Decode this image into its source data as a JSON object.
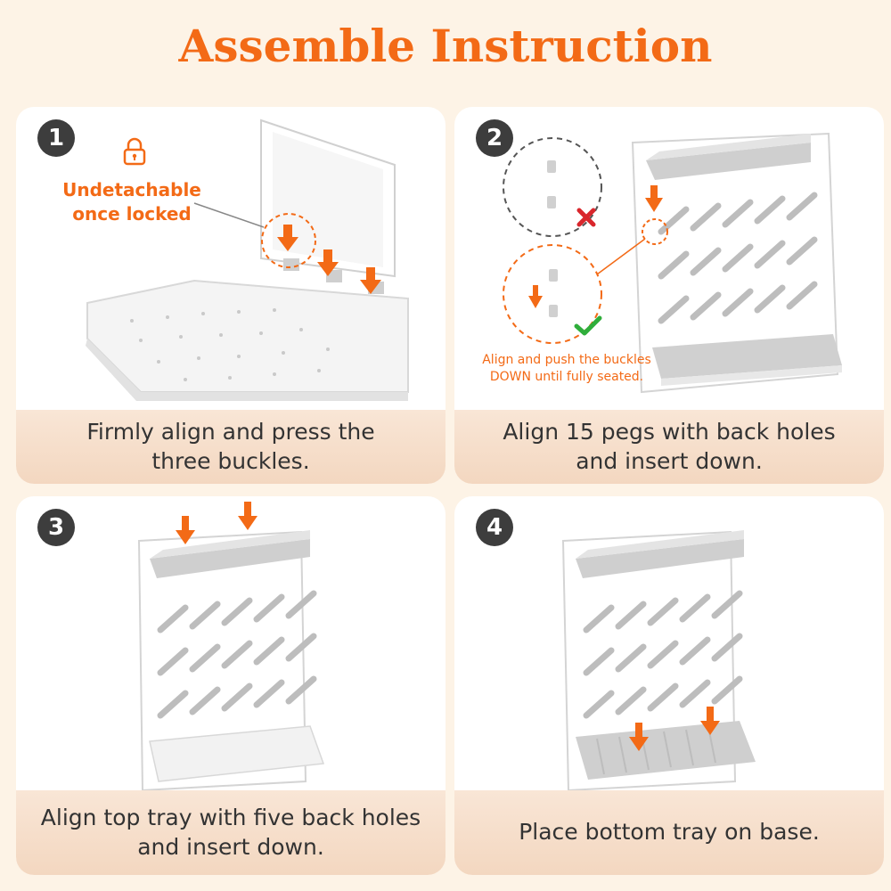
{
  "title": "Assemble Instruction",
  "colors": {
    "accent": "#f36a16",
    "badge": "#3d3d3d",
    "background": "#fdf3e6"
  },
  "steps": [
    {
      "number": "1",
      "caption_line1": "Firmly align and press the",
      "caption_line2": "three buckles.",
      "note_line1": "Undetachable",
      "note_line2": "once locked",
      "icon": "lock-icon"
    },
    {
      "number": "2",
      "caption_line1": "Align 15 pegs with back holes",
      "caption_line2": "and insert down.",
      "note_line1": "Align and push the buckles",
      "note_line2": "DOWN until fully seated.",
      "wrong_icon": "cross-icon",
      "right_icon": "check-icon"
    },
    {
      "number": "3",
      "caption_line1": "Align top tray with five back holes",
      "caption_line2": "and insert down."
    },
    {
      "number": "4",
      "caption_line1": "Place bottom tray on base.",
      "caption_line2": ""
    }
  ]
}
